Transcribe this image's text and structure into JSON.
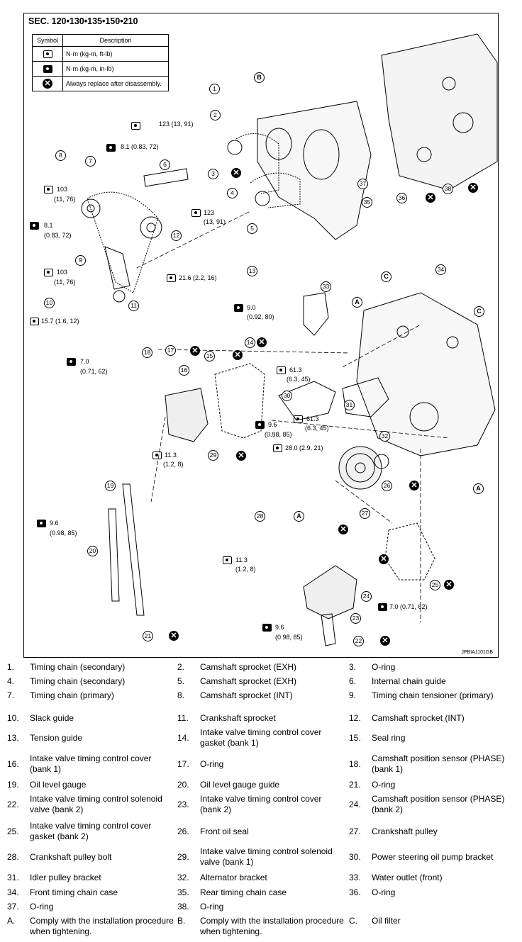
{
  "section_title": "SEC. 120•130•135•150•210",
  "legend": {
    "header_symbol": "Symbol",
    "header_description": "Description",
    "rows": [
      {
        "icon": "torque-wrench-icon",
        "description": "N·m (kg-m, ft-lb)"
      },
      {
        "icon": "torque-wrench-inlb-icon",
        "description": "N·m (kg-m, in-lb)"
      },
      {
        "icon": "replace-x-icon",
        "description": "Always replace after disassembly."
      }
    ]
  },
  "diagram_code": "JPBIA1101GB",
  "torque_labels": [
    "123 (13, 91)",
    "8.1 (0.83, 72)",
    "103",
    "(11, 76)",
    "8.1",
    "(0.83, 72)",
    "103",
    "(11, 76)",
    "15.7 (1.6, 12)",
    "123",
    "(13, 91)",
    "21.6 (2.2, 16)",
    "9.0",
    "(0.92, 80)",
    "7.0",
    "(0.71, 62)",
    "61.3",
    "(6.3, 45)",
    "61.3",
    "(6.3, 45)",
    "9.6",
    "(0.98, 85)",
    "28.0 (2.9, 21)",
    "11.3",
    "(1.2, 8)",
    "9.6",
    "(0.98, 85)",
    "11.3",
    "(1.2, 8)",
    "7.0 (0.71, 62)",
    "9.6",
    "(0.98, 85)"
  ],
  "callout_letters": [
    "A",
    "B",
    "C"
  ],
  "parts": [
    [
      "1.",
      "Timing chain (secondary)",
      "2.",
      "Camshaft sprocket (EXH)",
      "3.",
      "O-ring"
    ],
    [
      "4.",
      "Timing chain (secondary)",
      "5.",
      "Camshaft sprocket (EXH)",
      "6.",
      "Internal chain guide"
    ],
    [
      "7.",
      "Timing chain (primary)",
      "8.",
      "Camshaft sprocket (INT)",
      "9.",
      "Timing chain tensioner (primary)"
    ],
    [
      "10.",
      "Slack guide",
      "11.",
      "Crankshaft sprocket",
      "12.",
      "Camshaft sprocket (INT)"
    ],
    [
      "13.",
      "Tension guide",
      "14.",
      "Intake valve timing control cover gasket (bank 1)",
      "15.",
      "Seal ring"
    ],
    [
      "16.",
      "Intake valve timing control cover (bank 1)",
      "17.",
      "O-ring",
      "18.",
      "Camshaft position sensor (PHASE) (bank 1)"
    ],
    [
      "19.",
      "Oil level gauge",
      "20.",
      "Oil level gauge guide",
      "21.",
      "O-ring"
    ],
    [
      "22.",
      "Intake valve timing control solenoid valve (bank 2)",
      "23.",
      "Intake valve timing control cover (bank 2)",
      "24.",
      "Camshaft position sensor (PHASE) (bank 2)"
    ],
    [
      "25.",
      "Intake valve timing control cover gasket (bank 2)",
      "26.",
      "Front oil seal",
      "27.",
      "Crankshaft pulley"
    ],
    [
      "28.",
      "Crankshaft pulley bolt",
      "29.",
      "Intake valve timing control solenoid valve (bank 1)",
      "30.",
      "Power steering oil pump bracket"
    ],
    [
      "31.",
      "Idler pulley bracket",
      "32.",
      "Alternator bracket",
      "33.",
      "Water outlet (front)"
    ],
    [
      "34.",
      "Front timing chain case",
      "35.",
      "Rear timing chain case",
      "36.",
      "O-ring"
    ],
    [
      "37.",
      "O-ring",
      "38.",
      "O-ring",
      "",
      ""
    ],
    [
      "A.",
      "Comply with the installation procedure when tightening.",
      "B.",
      "Comply with the installation procedure when tightening.",
      "C.",
      "Oil filter"
    ]
  ]
}
